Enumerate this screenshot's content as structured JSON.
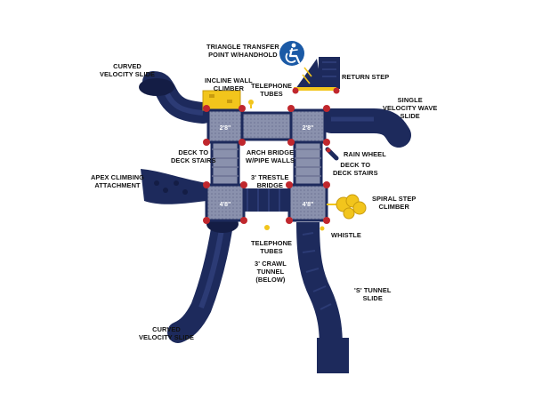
{
  "colors": {
    "navy": "#1d2a5c",
    "navy_dark": "#141d45",
    "deck": "#8a91ad",
    "deck_light": "#a7acc4",
    "yellow": "#f2c51c",
    "post_red": "#c0272d",
    "accessible_blue": "#1b5aa6"
  },
  "icons": {
    "accessibility": "accessibility-icon"
  },
  "decks": [
    {
      "id": "deck-upper-left",
      "label": "2'8\""
    },
    {
      "id": "deck-upper-right",
      "label": "2'8\""
    },
    {
      "id": "deck-lower-left",
      "label": "4'8\""
    },
    {
      "id": "deck-lower-right",
      "label": "4'8\""
    }
  ],
  "labels": {
    "triangle_transfer": "TRIANGLE TRANSFER\nPOINT W/HANDHOLD",
    "curved_slide_top": "CURVED\nVELOCITY SLIDE",
    "incline_wall": "INCLINE WALL\nCLIMBER",
    "telephone_top": "TELEPHONE\nTUBES",
    "return_step": "RETURN STEP",
    "single_wave": "SINGLE\nVELOCITY WAVE\nSLIDE",
    "rain_wheel": "RAIN WHEEL",
    "deck_stairs_left": "DECK TO\nDECK STAIRS",
    "arch_bridge": "ARCH BRIDGE\nW/PIPE WALLS",
    "deck_stairs_right": "DECK TO\nDECK STAIRS",
    "apex_climbing": "APEX CLIMBING\nATTACHMENT",
    "trestle_bridge": "3' TRESTLE\nBRIDGE",
    "spiral_step": "SPIRAL STEP\nCLIMBER",
    "whistle": "WHISTLE",
    "telephone_bottom": "TELEPHONE\nTUBES",
    "crawl_tunnel": "3' CRAWL\nTUNNEL\n(BELOW)",
    "s_tunnel": "'S' TUNNEL\nSLIDE",
    "curved_slide_bottom": "CURVED\nVELOCITY SLIDE"
  }
}
